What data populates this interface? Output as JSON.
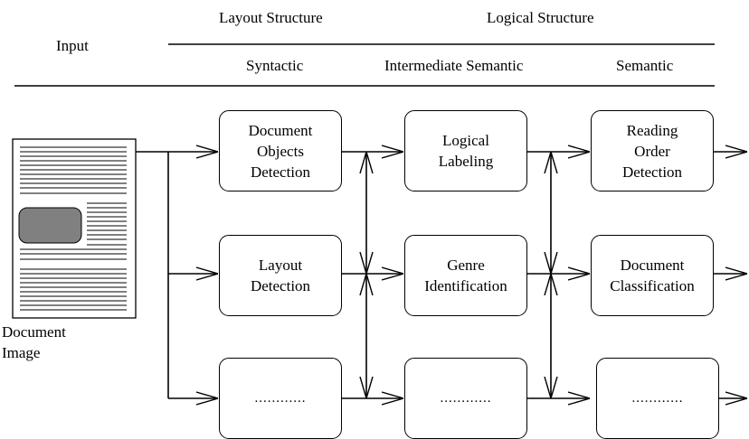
{
  "header": {
    "input": "Input",
    "layout_structure": "Layout Structure",
    "logical_structure": "Logical Structure",
    "syntactic": "Syntactic",
    "intermediate_semantic": "Intermediate Semantic",
    "semantic": "Semantic"
  },
  "input_caption": "Document\nImage",
  "boxes": {
    "document_objects_detection": "Document\nObjects\nDetection",
    "logical_labeling": "Logical\nLabeling",
    "reading_order_detection": "Reading\nOrder\nDetection",
    "layout_detection": "Layout\nDetection",
    "genre_identification": "Genre\nIdentification",
    "document_classification": "Document\nClassification",
    "placeholder_1": "............",
    "placeholder_2": "............",
    "placeholder_3": "............"
  }
}
